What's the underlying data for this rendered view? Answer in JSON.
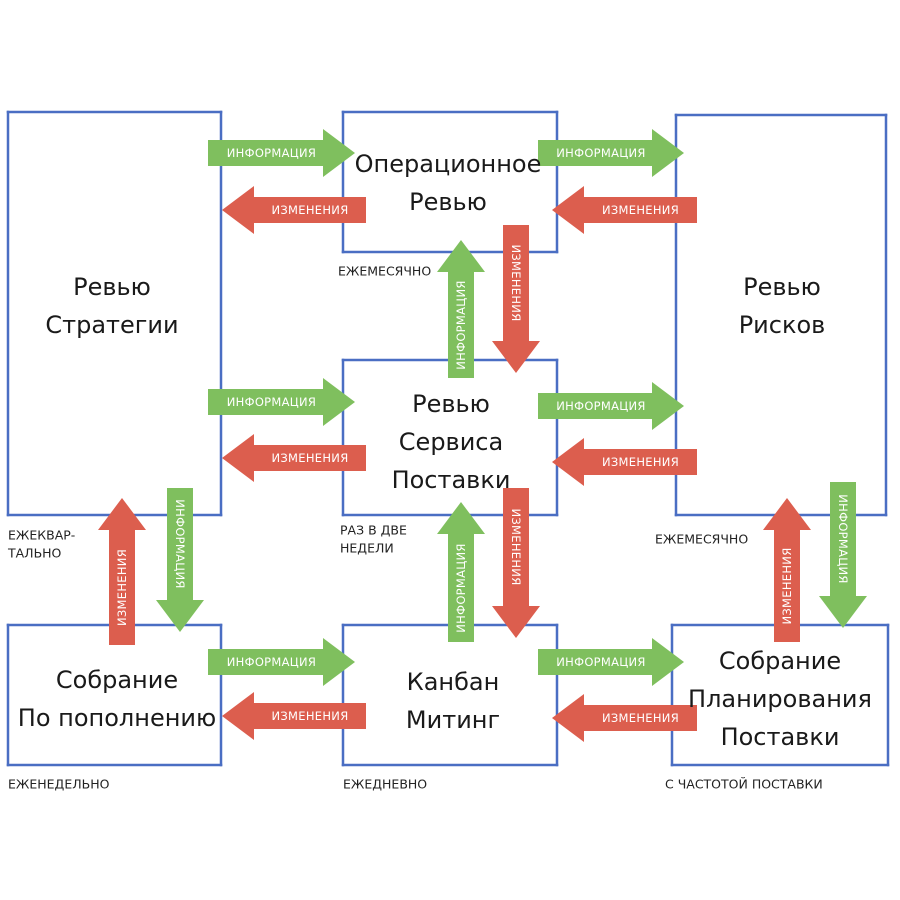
{
  "colors": {
    "box_border": "#4a6ec3",
    "info_arrow": "#7fbf5e",
    "change_arrow": "#dc5e4e",
    "title_text": "#1a1a1a"
  },
  "boxes": {
    "strategy": {
      "title": [
        "Ревью",
        "Стратегии"
      ],
      "cadence": [
        "ЕЖЕКВАР-",
        "ТАЛЬНО"
      ]
    },
    "operations": {
      "title": [
        "Операционное",
        "Ревью"
      ],
      "cadence": [
        "ЕЖЕМЕСЯЧНО"
      ]
    },
    "risk": {
      "title": [
        "Ревью",
        "Рисков"
      ],
      "cadence": [
        "ЕЖЕМЕСЯЧНО"
      ]
    },
    "service_delivery": {
      "title": [
        "Ревью",
        "Сервиса",
        "Поставки"
      ],
      "cadence": [
        "РАЗ В ДВЕ",
        "НЕДЕЛИ"
      ]
    },
    "replenishment": {
      "title": [
        "Собрание",
        "По пополнению"
      ],
      "cadence": [
        "ЕЖЕНЕДЕЛЬНО"
      ]
    },
    "kanban": {
      "title": [
        "Канбан",
        "Митинг"
      ],
      "cadence": [
        "ЕЖЕДНЕВНО"
      ]
    },
    "delivery_planning": {
      "title": [
        "Собрание",
        "Планирования",
        "Поставки"
      ],
      "cadence": [
        "С ЧАСТОТОЙ ПОСТАВКИ"
      ]
    }
  },
  "labels": {
    "info": "ИНФОРМАЦИЯ",
    "change": "ИЗМЕНЕНИЯ"
  },
  "arrows": [
    {
      "id": "h-strat-ops-info",
      "kind": "info"
    },
    {
      "id": "h-strat-ops-change",
      "kind": "change"
    },
    {
      "id": "h-ops-risk-info",
      "kind": "info"
    },
    {
      "id": "h-ops-risk-change",
      "kind": "change"
    },
    {
      "id": "h-strat-sds-info",
      "kind": "info"
    },
    {
      "id": "h-strat-sds-change",
      "kind": "change"
    },
    {
      "id": "h-sds-risk-info",
      "kind": "info"
    },
    {
      "id": "h-sds-risk-change",
      "kind": "change"
    },
    {
      "id": "h-repl-kanban-info",
      "kind": "info"
    },
    {
      "id": "h-repl-kanban-change",
      "kind": "change"
    },
    {
      "id": "h-kanban-dp-info",
      "kind": "info"
    },
    {
      "id": "h-kanban-dp-change",
      "kind": "change"
    },
    {
      "id": "v-sds-ops-info",
      "kind": "info"
    },
    {
      "id": "v-ops-sds-change",
      "kind": "change"
    },
    {
      "id": "v-kanban-sds-info",
      "kind": "info"
    },
    {
      "id": "v-sds-kanban-change",
      "kind": "change"
    },
    {
      "id": "v-repl-strat-change",
      "kind": "change"
    },
    {
      "id": "v-strat-repl-info",
      "kind": "info"
    },
    {
      "id": "v-dp-risk-change",
      "kind": "change"
    },
    {
      "id": "v-risk-dp-info",
      "kind": "info"
    }
  ]
}
